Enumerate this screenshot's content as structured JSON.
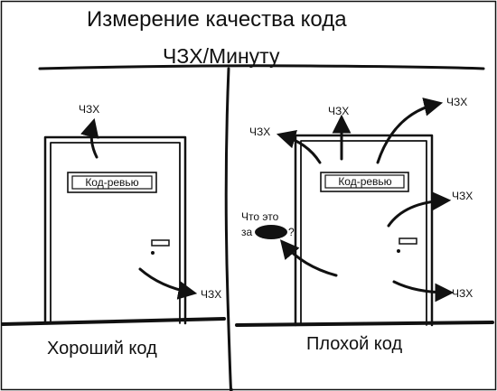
{
  "title": "Измерение качества кода",
  "subtitle": "ЧЗХ/Минуту",
  "good_panel": {
    "sign": "Код-ревью",
    "wtf_top": "ЧЗХ",
    "wtf_bottom": "ЧЗХ",
    "caption": "Хороший код"
  },
  "bad_panel": {
    "sign": "Код-ревью",
    "wtf_top_left": "ЧЗХ",
    "wtf_top_middle": "ЧЗХ",
    "wtf_top_right": "ЧЗХ",
    "wtf_right_upper": "ЧЗХ",
    "wtf_right_lower": "ЧЗХ",
    "speech_line1": "Что это",
    "speech_line2_prefix": "за",
    "speech_line2_suffix": "?",
    "caption": "Плохой код"
  },
  "colors": {
    "ink": "#111111",
    "paper": "#ffffff"
  }
}
